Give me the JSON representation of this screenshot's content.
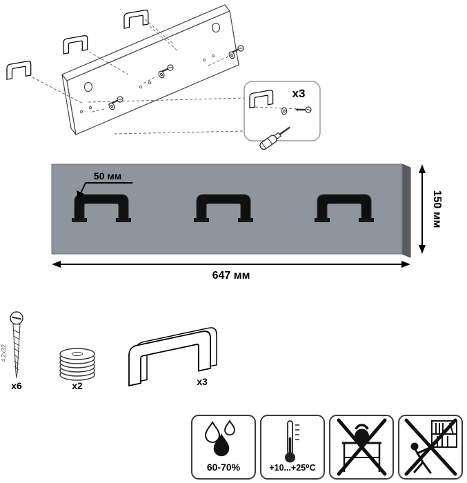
{
  "exploded": {
    "detail_count": "x3"
  },
  "dimensions": {
    "hook_offset": "50 мм",
    "board_width": "647 мм",
    "board_height": "150 мм"
  },
  "hardware": {
    "screw": {
      "count": "x6",
      "size": "4.2x32"
    },
    "washer": {
      "count": "x2"
    },
    "hook": {
      "count": "x3"
    }
  },
  "care": {
    "humidity": "60-70%",
    "temperature": "+10...+25⁰C"
  },
  "colors": {
    "board_face": "#8f959c",
    "board_edge": "#585d63",
    "hook": "#101010"
  }
}
